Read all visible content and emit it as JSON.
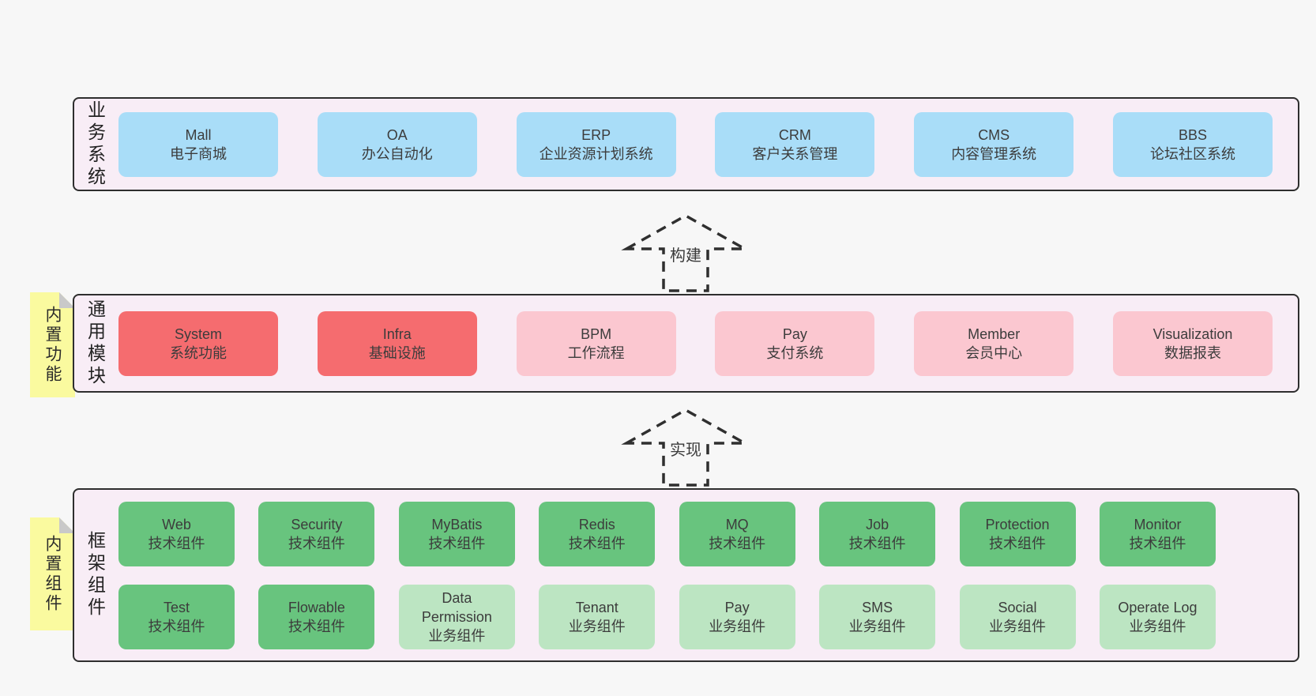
{
  "arrows": {
    "build": "构建",
    "implement": "实现"
  },
  "colors": {
    "page_bg": "#f7f7f7",
    "layer_bg": "#f8edf6",
    "layer_border": "#2e2e2e",
    "business_box": "#a9ddf8",
    "core_module_box": "#f56c6f",
    "optional_module_box": "#fbc7d0",
    "tech_component_box": "#68c47e",
    "biz_component_box": "#bce5c2",
    "sticky_note": "#fafa9f",
    "note_fold": "#c9c9c9",
    "text": "#3c3c3c"
  },
  "layers": {
    "business": {
      "label": "业务系统",
      "boxes": [
        {
          "name": "Mall",
          "desc": "电子商城"
        },
        {
          "name": "OA",
          "desc": "办公自动化"
        },
        {
          "name": "ERP",
          "desc": "企业资源计划系统"
        },
        {
          "name": "CRM",
          "desc": "客户关系管理"
        },
        {
          "name": "CMS",
          "desc": "内容管理系统"
        },
        {
          "name": "BBS",
          "desc": "论坛社区系统"
        }
      ]
    },
    "modules": {
      "label": "通用模块",
      "note": "内置功能",
      "boxes": [
        {
          "name": "System",
          "desc": "系统功能"
        },
        {
          "name": "Infra",
          "desc": "基础设施"
        },
        {
          "name": "BPM",
          "desc": "工作流程"
        },
        {
          "name": "Pay",
          "desc": "支付系统"
        },
        {
          "name": "Member",
          "desc": "会员中心"
        },
        {
          "name": "Visualization",
          "desc": "数据报表"
        }
      ]
    },
    "components": {
      "label": "框架组件",
      "note": "内置组件",
      "row1": [
        {
          "name": "Web",
          "desc": "技术组件"
        },
        {
          "name": "Security",
          "desc": "技术组件"
        },
        {
          "name": "MyBatis",
          "desc": "技术组件"
        },
        {
          "name": "Redis",
          "desc": "技术组件"
        },
        {
          "name": "MQ",
          "desc": "技术组件"
        },
        {
          "name": "Job",
          "desc": "技术组件"
        },
        {
          "name": "Protection",
          "desc": "技术组件"
        },
        {
          "name": "Monitor",
          "desc": "技术组件"
        }
      ],
      "row2": [
        {
          "name": "Test",
          "desc": "技术组件"
        },
        {
          "name": "Flowable",
          "desc": "技术组件"
        },
        {
          "name": "Data Permission",
          "desc": "业务组件"
        },
        {
          "name": "Tenant",
          "desc": "业务组件"
        },
        {
          "name": "Pay",
          "desc": "业务组件"
        },
        {
          "name": "SMS",
          "desc": "业务组件"
        },
        {
          "name": "Social",
          "desc": "业务组件"
        },
        {
          "name": "Operate Log",
          "desc": "业务组件"
        }
      ]
    }
  }
}
